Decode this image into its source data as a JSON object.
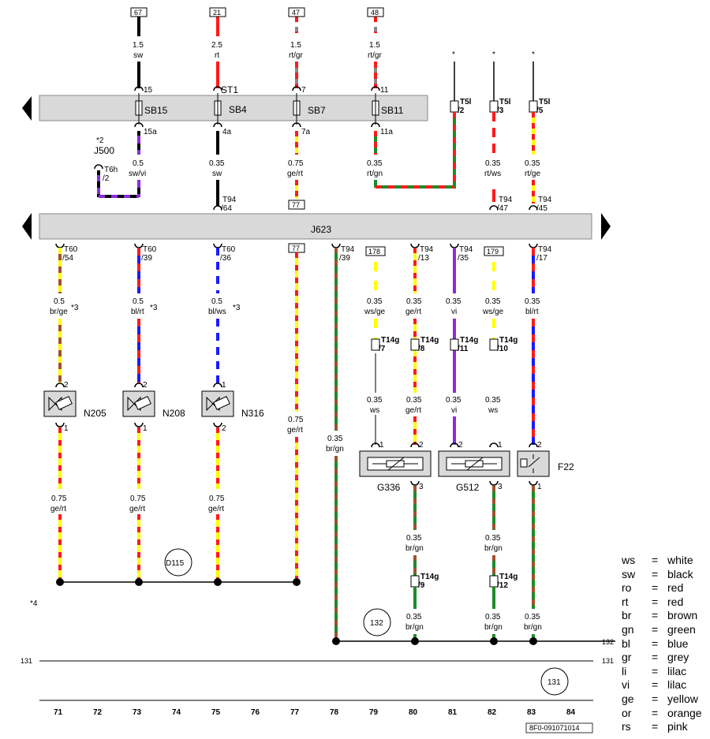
{
  "top_labels": {
    "fuse_67": "67",
    "fuse_21": "21",
    "fuse_47": "47",
    "fuse_48": "48",
    "w1_size": "1.5",
    "w1_color": "sw",
    "w2_size": "2.5",
    "w2_color": "rt",
    "w3_size": "1.5",
    "w3_color": "rt/gr",
    "w4_size": "1.5",
    "w4_color": "rt/gr",
    "star": "*"
  },
  "fuse_box": {
    "sb15": "SB15",
    "sb4": "SB4",
    "sb7": "SB7",
    "sb11": "SB11",
    "pin15": "15",
    "pin15a": "15a",
    "pinST1": "ST1",
    "pin4a": "4a",
    "pin7": "7",
    "pin7a": "7a",
    "pin11": "11",
    "pin11a": "11a",
    "t5l_2_a": "T5l",
    "t5l_2_b": "/2",
    "t5l_3_a": "T5l",
    "t5l_3_b": "/3",
    "t5l_5_a": "T5l",
    "t5l_5_b": "/5"
  },
  "mid_labels": {
    "j500_star": "*2",
    "j500": "J500",
    "t6h_a": "T6h",
    "t6h_b": "/2",
    "w_sb15_size": "0.5",
    "w_sb15_color": "sw/vi",
    "w_sb4_size": "0.35",
    "w_sb4_color": "sw",
    "w_sb7_size": "0.75",
    "w_sb7_color": "ge/rt",
    "w_sb11_size": "0.35",
    "w_sb11_color": "rt/gn",
    "w_t5l3_size": "0.35",
    "w_t5l3_color": "rt/ws",
    "w_t5l5_size": "0.35",
    "w_t5l5_color": "rt/ge",
    "t94_64_a": "T94",
    "t94_64_b": "/64",
    "t94_47_a": "T94",
    "t94_47_b": "/47",
    "t94_45_a": "T94",
    "t94_45_b": "/45",
    "ref_77": "77"
  },
  "ecu": {
    "label": "J623"
  },
  "lower_labels": {
    "t60_54_a": "T60",
    "t60_54_b": "/54",
    "t60_39_a": "T60",
    "t60_39_b": "/39",
    "t60_36_a": "T60",
    "t60_36_b": "/36",
    "ref_77b": "77",
    "t94_39_a": "T94",
    "t94_39_b": "/39",
    "ref_178": "178",
    "t94_13_a": "T94",
    "t94_13_b": "/13",
    "t94_35_a": "T94",
    "t94_35_b": "/35",
    "ref_179": "179",
    "t94_17_a": "T94",
    "t94_17_b": "/17",
    "c71_size": "0.5",
    "c71_color": "br/ge",
    "c71_note": "*3",
    "c73_size": "0.5",
    "c73_color": "bl/rt",
    "c73_note": "*3",
    "c75_size": "0.5",
    "c75_color": "bl/ws",
    "c75_note": "*3",
    "c79_size": "0.35",
    "c79_color": "ws/ge",
    "c80_size": "0.35",
    "c80_color": "ge/rt",
    "c81_size": "0.35",
    "c81_color": "vi",
    "c82_size": "0.35",
    "c82_color": "ws/ge",
    "c83_size": "0.35",
    "c83_color": "bl/rt",
    "t14g_7_a": "T14g",
    "t14g_7_b": "/7",
    "t14g_8_a": "T14g",
    "t14g_8_b": "/8",
    "t14g_11_a": "T14g",
    "t14g_11_b": "/11",
    "t14g_10_a": "T14g",
    "t14g_10_b": "/10",
    "d79_size": "0.35",
    "d79_color": "ws",
    "d80_size": "0.35",
    "d80_color": "ge/rt",
    "d81_size": "0.35",
    "d81_color": "vi",
    "d82_size": "0.35",
    "d82_color": "ws",
    "c77_size": "0.75",
    "c77_color": "ge/rt",
    "c78_size": "0.35",
    "c78_color": "br/gn",
    "n205": "N205",
    "n208": "N208",
    "n316": "N316",
    "g336": "G336",
    "g512": "G512",
    "f22": "F22",
    "pin1": "1",
    "pin2": "2",
    "pin3": "3",
    "e71_size": "0.75",
    "e71_color": "ge/rt",
    "e73_size": "0.75",
    "e73_color": "ge/rt",
    "e75_size": "0.75",
    "e75_color": "ge/rt",
    "d115": "D115",
    "f80_size": "0.35",
    "f80_color": "br/gn",
    "f82_size": "0.35",
    "f82_color": "br/gn",
    "t14g_9_a": "T14g",
    "t14g_9_b": "/9",
    "t14g_12_a": "T14g",
    "t14g_12_b": "/12",
    "g80_size": "0.35",
    "g80_color": "br/gn",
    "g82_size": "0.35",
    "g82_color": "br/gn",
    "g83_size": "0.35",
    "g83_color": "br/gn",
    "star4": "*4",
    "ref_132": "132",
    "ref_131": "131"
  },
  "columns": [
    "71",
    "72",
    "73",
    "74",
    "75",
    "76",
    "77",
    "78",
    "79",
    "80",
    "81",
    "82",
    "83",
    "84"
  ],
  "doc_id": "8F0-091071014",
  "legend": [
    {
      "code": "ws",
      "eq": "=",
      "name": "white"
    },
    {
      "code": "sw",
      "eq": "=",
      "name": "black"
    },
    {
      "code": "ro",
      "eq": "=",
      "name": "red"
    },
    {
      "code": "rt",
      "eq": "=",
      "name": "red"
    },
    {
      "code": "br",
      "eq": "=",
      "name": "brown"
    },
    {
      "code": "gn",
      "eq": "=",
      "name": "green"
    },
    {
      "code": "bl",
      "eq": "=",
      "name": "blue"
    },
    {
      "code": "gr",
      "eq": "=",
      "name": "grey"
    },
    {
      "code": "li",
      "eq": "=",
      "name": "lilac"
    },
    {
      "code": "vi",
      "eq": "=",
      "name": "lilac"
    },
    {
      "code": "ge",
      "eq": "=",
      "name": "yellow"
    },
    {
      "code": "or",
      "eq": "=",
      "name": "orange"
    },
    {
      "code": "rs",
      "eq": "=",
      "name": "pink"
    }
  ],
  "colors": {
    "red": "#ff1a1a",
    "yellow": "#ffff00",
    "green": "#1f8a2a",
    "brown": "#a0522d",
    "blue": "#1a1aff",
    "violet": "#8a2be2",
    "grey": "#888888",
    "black": "#000000",
    "white": "#ffffff",
    "bar_fill": "#d9d9d9"
  }
}
